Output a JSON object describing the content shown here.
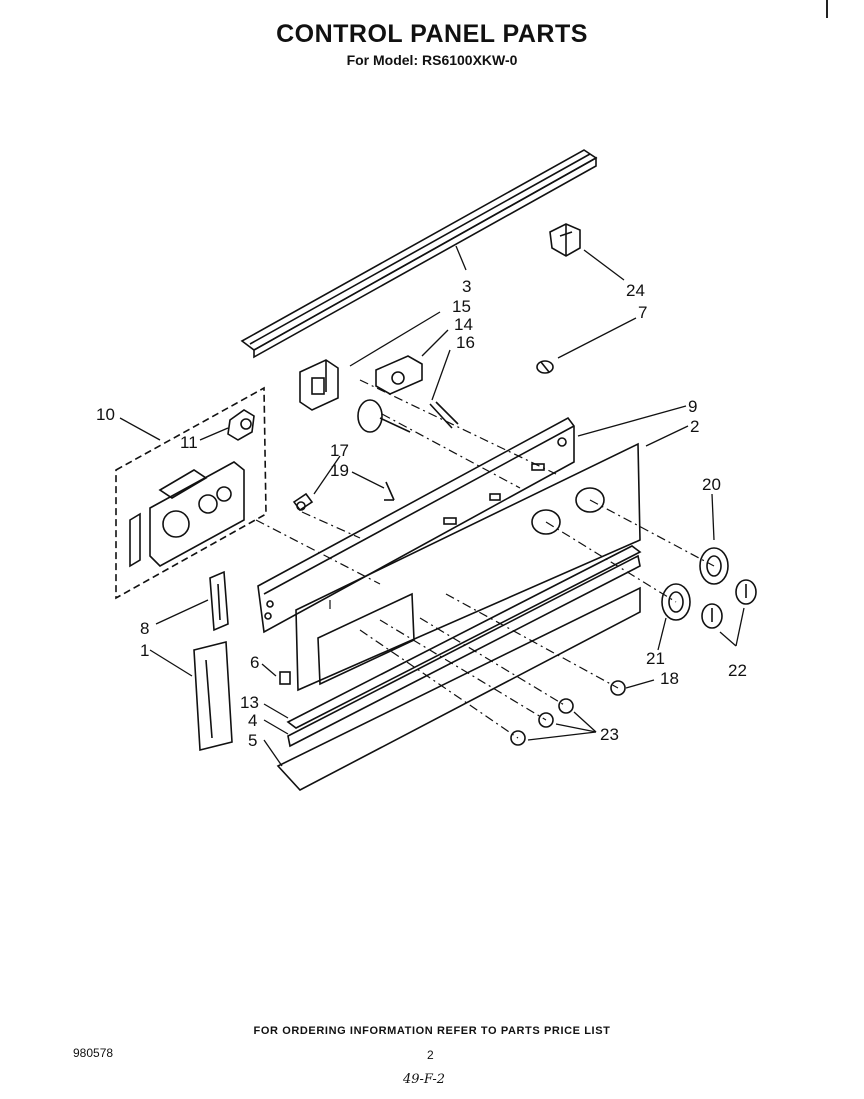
{
  "header": {
    "title": "CONTROL PANEL PARTS",
    "subtitle": "For Model: RS6100XKW-0"
  },
  "callouts": [
    "3",
    "15",
    "14",
    "16",
    "24",
    "7",
    "10",
    "11",
    "9",
    "2",
    "17",
    "19",
    "20",
    "8",
    "1",
    "6",
    "21",
    "22",
    "18",
    "13",
    "4",
    "5",
    "23"
  ],
  "footer": {
    "note": "FOR ORDERING INFORMATION REFER TO PARTS PRICE LIST",
    "doc_number": "980578",
    "page": "2",
    "handwritten": "49-F-2"
  }
}
